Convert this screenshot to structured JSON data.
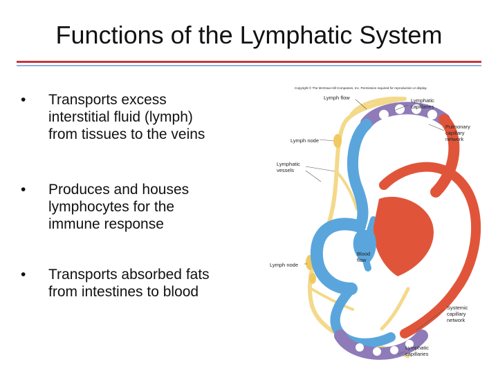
{
  "slide": {
    "title": "Functions of the Lymphatic System",
    "rule_colors": {
      "red": "#c8333a",
      "blue": "#8fb0d8"
    }
  },
  "bullets": [
    {
      "symbol": "•",
      "lines": [
        "Transports excess",
        "interstitial fluid (lymph)",
        "from tissues to the veins"
      ]
    },
    {
      "symbol": "•",
      "lines": [
        "Produces and houses",
        "lymphocytes for the",
        "immune response"
      ]
    },
    {
      "symbol": "•",
      "lines": [
        "Transports absorbed fats",
        "from intestines to blood"
      ]
    }
  ],
  "figure": {
    "copyright": "Copyright © The McGraw-Hill Companies, Inc. Permission required for reproduction or display.",
    "labels": {
      "lymph_flow": "Lymph flow",
      "lymphatic_capillaries_top": [
        "Lymphatic",
        "capillaries"
      ],
      "pulmonary_capillary_network": [
        "Pulmonary",
        "capillary",
        "network"
      ],
      "lymph_node_top": "Lymph node",
      "lymphatic_vessels": [
        "Lymphatic",
        "vessels"
      ],
      "blood_flow": [
        "Blood",
        "flow"
      ],
      "lymph_node_bottom": "Lymph node",
      "systemic_capillary_network": [
        "Systemic",
        "capillary",
        "network"
      ],
      "lymphatic_capillaries_bottom": [
        "Lymphatic",
        "capillaries"
      ]
    },
    "colors": {
      "lymph": "#f3d98a",
      "venous": "#5aa6dc",
      "arterial": "#e0553a",
      "capillary": "#8e7bb8"
    }
  }
}
